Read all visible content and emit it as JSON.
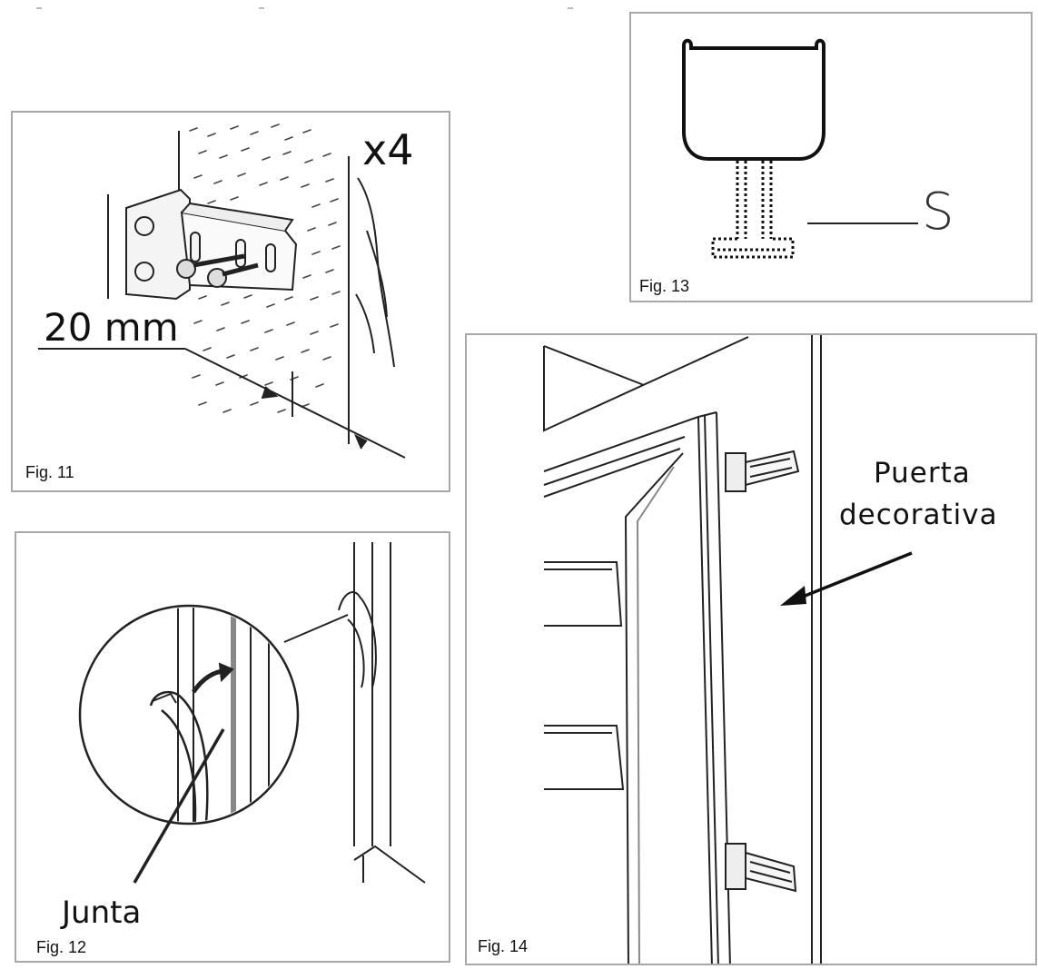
{
  "figures": {
    "fig11": {
      "caption": "Fig. 11",
      "count_label": "x4",
      "distance_label": "20 mm"
    },
    "fig12": {
      "caption": "Fig. 12",
      "callout": "Junta"
    },
    "fig13": {
      "caption": "Fig. 13",
      "callout": "S"
    },
    "fig14": {
      "caption": "Fig. 14",
      "callout_line1": "Puerta",
      "callout_line2": "decorativa"
    }
  }
}
